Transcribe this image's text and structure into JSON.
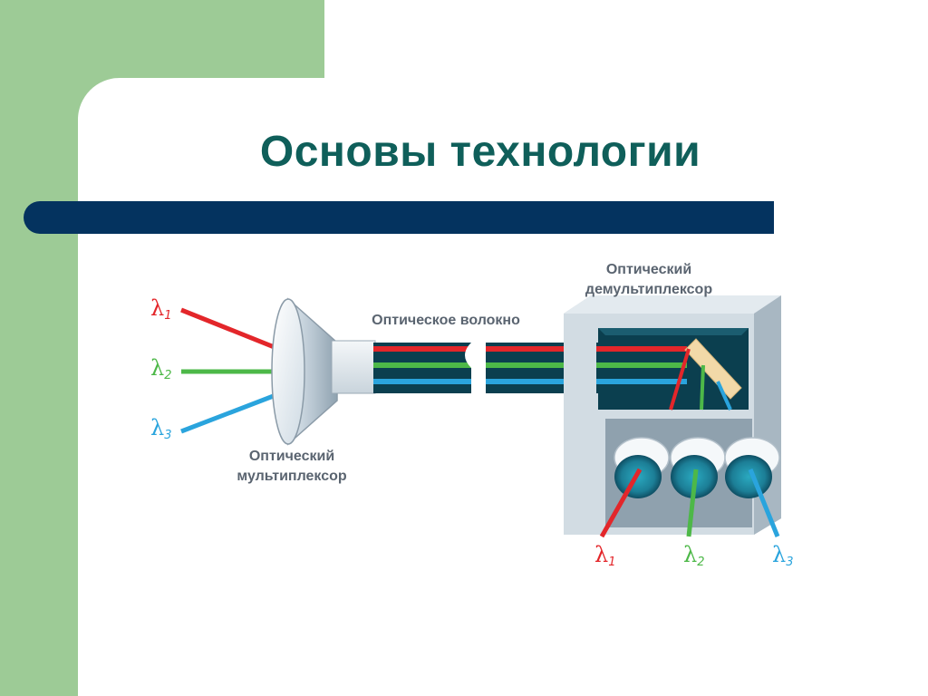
{
  "slide": {
    "title": "Основы технологии"
  },
  "diagram": {
    "multiplexer_label_line1": "Оптический",
    "multiplexer_label_line2": "мультиплексор",
    "fiber_label": "Оптическое волокно",
    "demultiplexer_label_line1": "Оптический",
    "demultiplexer_label_line2": "демультиплексор",
    "lambda_symbol": "λ",
    "inputs": [
      {
        "index": "1",
        "color": "#e3262a"
      },
      {
        "index": "2",
        "color": "#4db848"
      },
      {
        "index": "3",
        "color": "#2aa4dd"
      }
    ],
    "outputs": [
      {
        "index": "1",
        "color": "#e3262a"
      },
      {
        "index": "2",
        "color": "#4db848"
      },
      {
        "index": "3",
        "color": "#2aa4dd"
      }
    ]
  },
  "colors": {
    "green_panel": "#9dcb96",
    "title_text": "#0f5f5a",
    "title_bar": "#04335f"
  }
}
